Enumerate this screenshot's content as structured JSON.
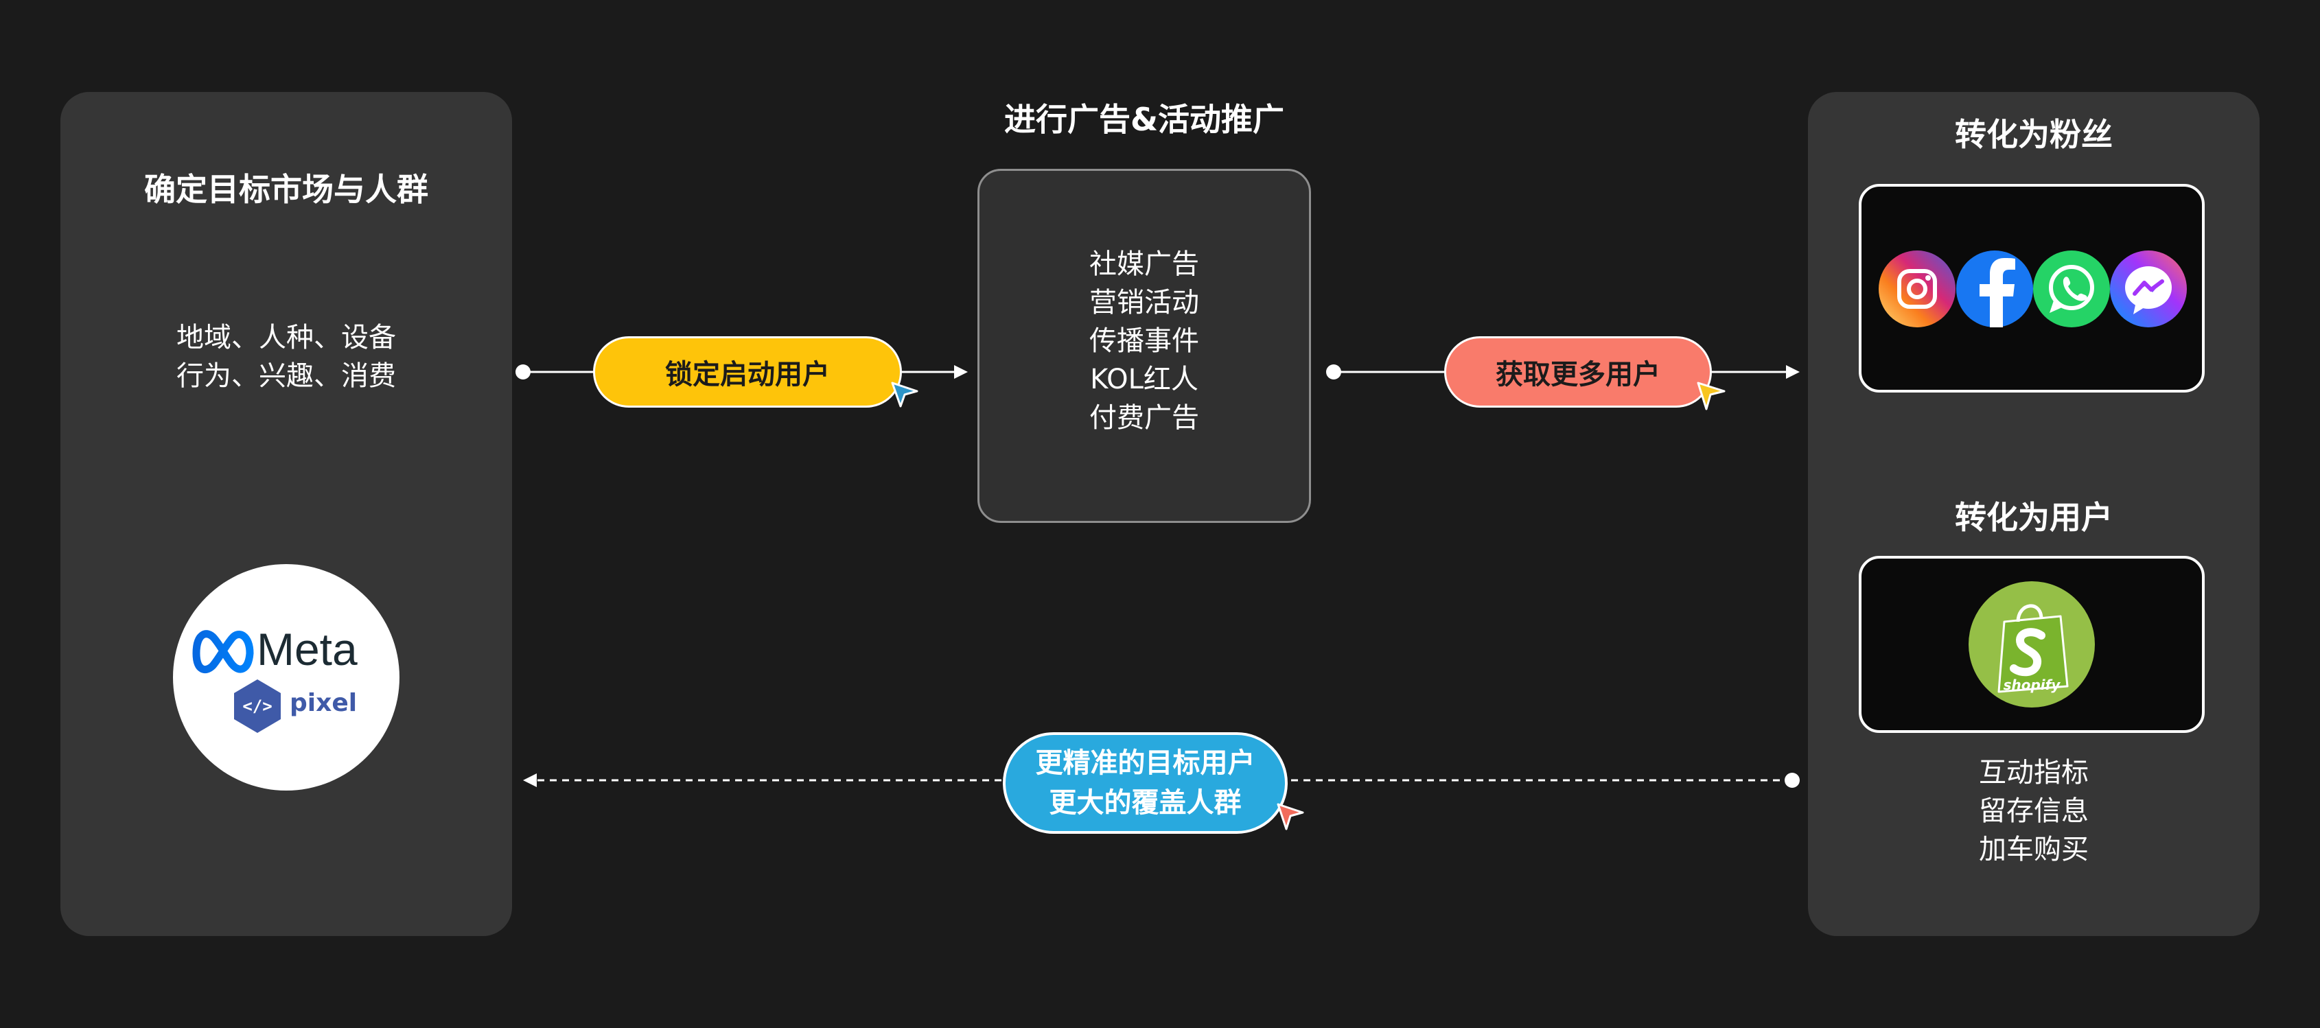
{
  "left_panel": {
    "title": "确定目标市场与人群",
    "lines": [
      "地域、人种、设备",
      "行为、兴趣、消费"
    ],
    "logo": {
      "brand": "Meta",
      "sub": "pixel",
      "code_glyph": "</>",
      "icon": "meta-pixel-logo"
    }
  },
  "center": {
    "title": "进行广告&活动推广",
    "items": [
      "社媒广告",
      "营销活动",
      "传播事件",
      "KOL红人",
      "付费广告"
    ]
  },
  "right_panel": {
    "fans_title": "转化为粉丝",
    "social_icons": [
      "instagram-icon",
      "facebook-icon",
      "whatsapp-icon",
      "messenger-icon"
    ],
    "users_title": "转化为用户",
    "shop_icon": "shopify-icon",
    "shopify_text": "shopify",
    "metrics": [
      "互动指标",
      "留存信息",
      "加车购买"
    ]
  },
  "flows": {
    "lock_users": "锁定启动用户",
    "get_more_users": "获取更多用户",
    "feedback": [
      "更精准的目标用户",
      "更大的覆盖人群"
    ]
  },
  "colors": {
    "background": "#1b1b1b",
    "panel": "#363636",
    "yellow": "#fec40a",
    "coral": "#f97b6b",
    "blue": "#29a9de",
    "cursor_blue": "#2d95c9",
    "cursor_yellow": "#f8c520",
    "cursor_coral": "#f26c5c"
  }
}
